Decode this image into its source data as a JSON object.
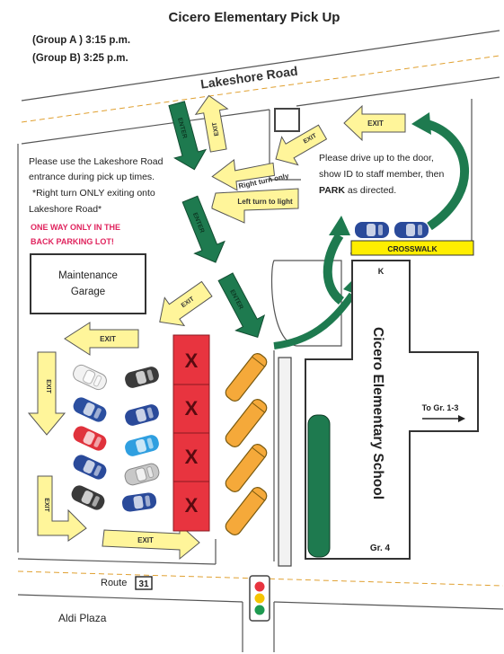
{
  "title": "Cicero Elementary Pick Up",
  "groups": [
    "(Group A ) 3:15 p.m.",
    "(Group B)  3:25 p.m."
  ],
  "roads": {
    "top": "Lakeshore Road",
    "bottom_prefix": "Route",
    "bottom_number": "31",
    "plaza": "Aldi Plaza"
  },
  "notes": {
    "left_line1": "Please use the Lakeshore Road",
    "left_line2": "entrance during  pick up times.",
    "left_line3": "*Right turn ONLY exiting onto",
    "left_line4": "Lakeshore Road*",
    "warning_line1": "ONE WAY ONLY IN THE",
    "warning_line2": "BACK PARKING LOT!",
    "right_line1": "Please drive up to the door,",
    "right_line2": "show ID to staff member, then",
    "right_bold": "PARK",
    "right_line3_rest": " as directed."
  },
  "labels": {
    "enter": "ENTER",
    "exit": "EXIT",
    "right_turn_only": "Right turn only",
    "left_turn_to_light": "Left turn to light",
    "crosswalk": "CROSSWALK",
    "maintenance_line1": "Maintenance",
    "maintenance_line2": "Garage",
    "school": "Cicero Elementary School",
    "k": "K",
    "gr4": "Gr. 4",
    "to_gr13": "To Gr. 1-3",
    "x": "X"
  },
  "colors": {
    "arrow_yellow": "#fff59a",
    "arrow_green": "#1e7a4f",
    "bus_orange": "#f5a93a",
    "no_parking_red": "#e8343f",
    "crosswalk_yellow": "#ffee00",
    "warning_red": "#e0245e",
    "gr4_green": "#1e7a4f",
    "car_colors": [
      "#f2f2f2",
      "#3a3a3a",
      "#2b4fa0",
      "#2a4a9a",
      "#e0323c",
      "#2f9fe0",
      "#2a4a9a",
      "#c8c8c8",
      "#3a3a3a",
      "#2a4a9a"
    ]
  }
}
